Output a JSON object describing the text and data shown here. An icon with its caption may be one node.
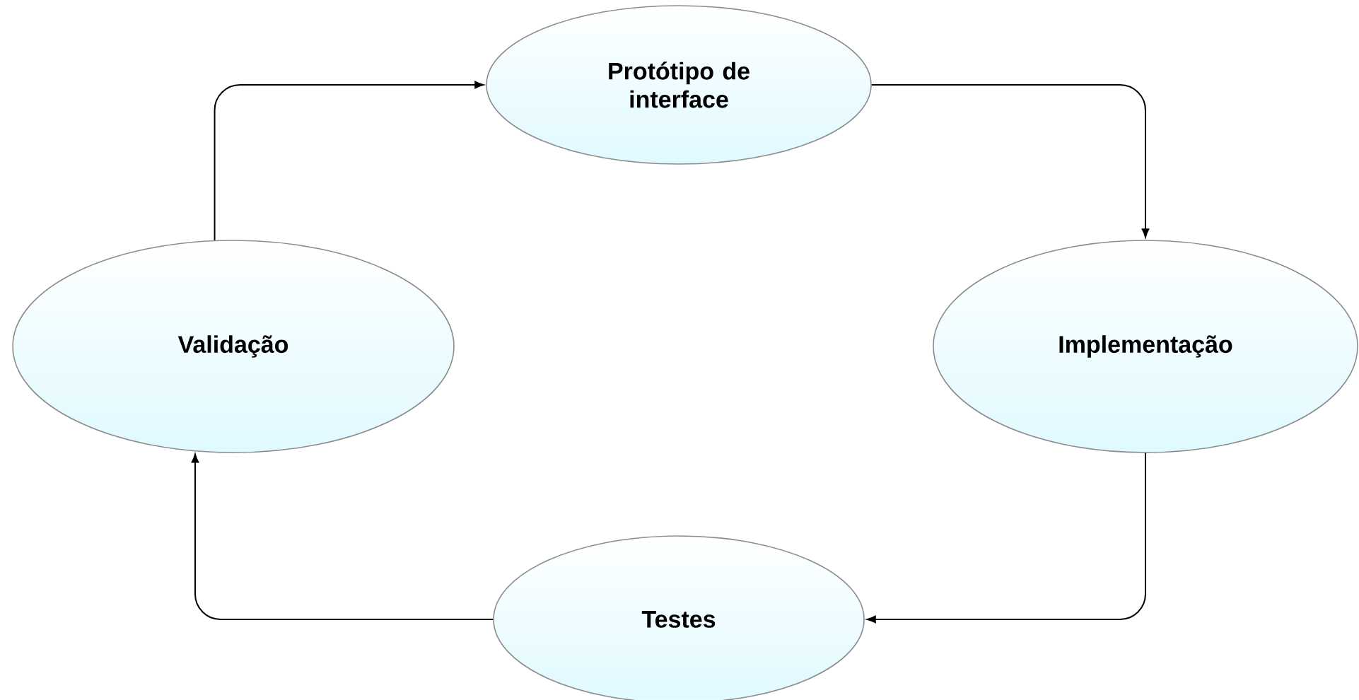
{
  "diagram": {
    "nodes": [
      {
        "text": [
          "Protótipo de interface"
        ]
      },
      {
        "text": [
          "Validação"
        ]
      },
      {
        "text": [
          "Implementação"
        ]
      },
      {
        "text": [
          "Testes"
        ]
      }
    ],
    "edges": [
      {
        "from": 1,
        "to": 0,
        "arrow": "to"
      },
      {
        "from": 0,
        "to": 2,
        "arrow": "to"
      },
      {
        "from": 2,
        "to": 3,
        "arrow": "to"
      },
      {
        "from": 3,
        "to": 1,
        "arrow": "to"
      }
    ]
  }
}
